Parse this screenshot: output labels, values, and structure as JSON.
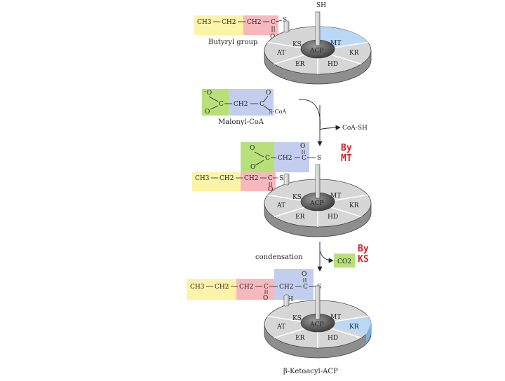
{
  "colors": {
    "yellow": "#fbf3a8",
    "pink": "#f7b8bd",
    "blue": "#c3cdee",
    "green": "#b7e07a",
    "wheel_top": "#d6d6d6",
    "wheel_side": "#8e8e8e",
    "hub": "#555555",
    "highlight": "#b9d8f5",
    "annotation": "#d0202a"
  },
  "labels": {
    "butyryl_group": "Butyryl group",
    "malonyl_coa": "Malonyl-CoA",
    "coa_sh": "CoA-SH",
    "condensation": "condensation",
    "co2": "CO2",
    "ketoacyl_acp": "β-Ketoacyl-ACP",
    "sh": "SH",
    "s": "S",
    "s_coa": "S-CoA",
    "o": "O",
    "o_minus": "⁻O",
    "c": "C",
    "ch3": "CH3",
    "ch2": "CH2"
  },
  "enzymes": {
    "ks": "KS",
    "mt": "MT",
    "kr": "KR",
    "hd": "HD",
    "er": "ER",
    "at": "AT",
    "acp": "ACP"
  },
  "annotations": {
    "by_mt": "By\nMT",
    "by_ks": "By\nKS"
  }
}
